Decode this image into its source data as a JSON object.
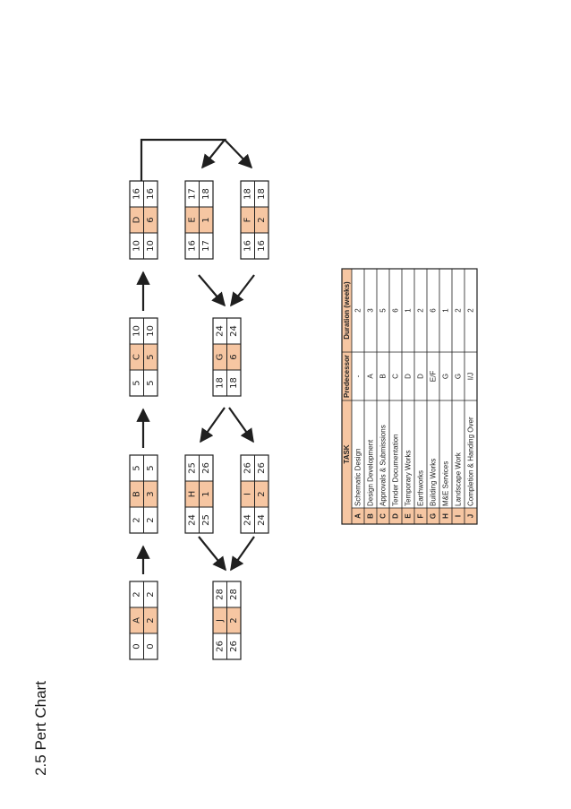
{
  "page": {
    "title": "2.5 Pert Chart"
  },
  "nodes": [
    {
      "id": "A",
      "top": [
        "0",
        "A",
        "2"
      ],
      "bottom": [
        "0",
        "2",
        "2"
      ]
    },
    {
      "id": "B",
      "top": [
        "2",
        "B",
        "5"
      ],
      "bottom": [
        "2",
        "3",
        "5"
      ]
    },
    {
      "id": "C",
      "top": [
        "5",
        "C",
        "10"
      ],
      "bottom": [
        "5",
        "5",
        "10"
      ]
    },
    {
      "id": "D",
      "top": [
        "10",
        "D",
        "16"
      ],
      "bottom": [
        "10",
        "6",
        "16"
      ]
    },
    {
      "id": "E",
      "top": [
        "16",
        "E",
        "17"
      ],
      "bottom": [
        "17",
        "1",
        "18"
      ]
    },
    {
      "id": "F",
      "top": [
        "16",
        "F",
        "18"
      ],
      "bottom": [
        "16",
        "2",
        "18"
      ]
    },
    {
      "id": "G",
      "top": [
        "18",
        "G",
        "24"
      ],
      "bottom": [
        "18",
        "6",
        "24"
      ]
    },
    {
      "id": "H",
      "top": [
        "24",
        "H",
        "25"
      ],
      "bottom": [
        "25",
        "1",
        "26"
      ]
    },
    {
      "id": "I",
      "top": [
        "24",
        "I",
        "26"
      ],
      "bottom": [
        "24",
        "2",
        "26"
      ]
    },
    {
      "id": "J",
      "top": [
        "26",
        "J",
        "28"
      ],
      "bottom": [
        "26",
        "2",
        "28"
      ]
    }
  ],
  "edges": [
    {
      "from": "A",
      "to": "B"
    },
    {
      "from": "B",
      "to": "C"
    },
    {
      "from": "C",
      "to": "D"
    },
    {
      "from": "D",
      "to": "E"
    },
    {
      "from": "D",
      "to": "F"
    },
    {
      "from": "E",
      "to": "G"
    },
    {
      "from": "F",
      "to": "G"
    },
    {
      "from": "G",
      "to": "H"
    },
    {
      "from": "G",
      "to": "I"
    },
    {
      "from": "H",
      "to": "J"
    },
    {
      "from": "I",
      "to": "J"
    }
  ],
  "table": {
    "headers": {
      "task": "TASK",
      "predecessor": "Predecessor",
      "duration": "Duration (weeks)"
    },
    "rows": [
      {
        "id": "A",
        "task": "Schematic Design",
        "predecessor": "-",
        "duration": "2"
      },
      {
        "id": "B",
        "task": "Design Development",
        "predecessor": "A",
        "duration": "3"
      },
      {
        "id": "C",
        "task": "Approvals & Submissions",
        "predecessor": "B",
        "duration": "5"
      },
      {
        "id": "D",
        "task": "Tender Documentation",
        "predecessor": "C",
        "duration": "6"
      },
      {
        "id": "E",
        "task": "Temporary Works",
        "predecessor": "D",
        "duration": "1"
      },
      {
        "id": "F",
        "task": "Earthworks",
        "predecessor": "D",
        "duration": "2"
      },
      {
        "id": "G",
        "task": "Building Works",
        "predecessor": "E/F",
        "duration": "6"
      },
      {
        "id": "H",
        "task": "M&E Services",
        "predecessor": "G",
        "duration": "1"
      },
      {
        "id": "I",
        "task": "Landscape Work",
        "predecessor": "G",
        "duration": "2"
      },
      {
        "id": "J",
        "task": "Completion & Handing Over",
        "predecessor": "I/J",
        "duration": "2"
      }
    ]
  },
  "colors": {
    "highlight": "#f6c6a2",
    "stroke": "#1f1f1f",
    "text": "#222222"
  }
}
